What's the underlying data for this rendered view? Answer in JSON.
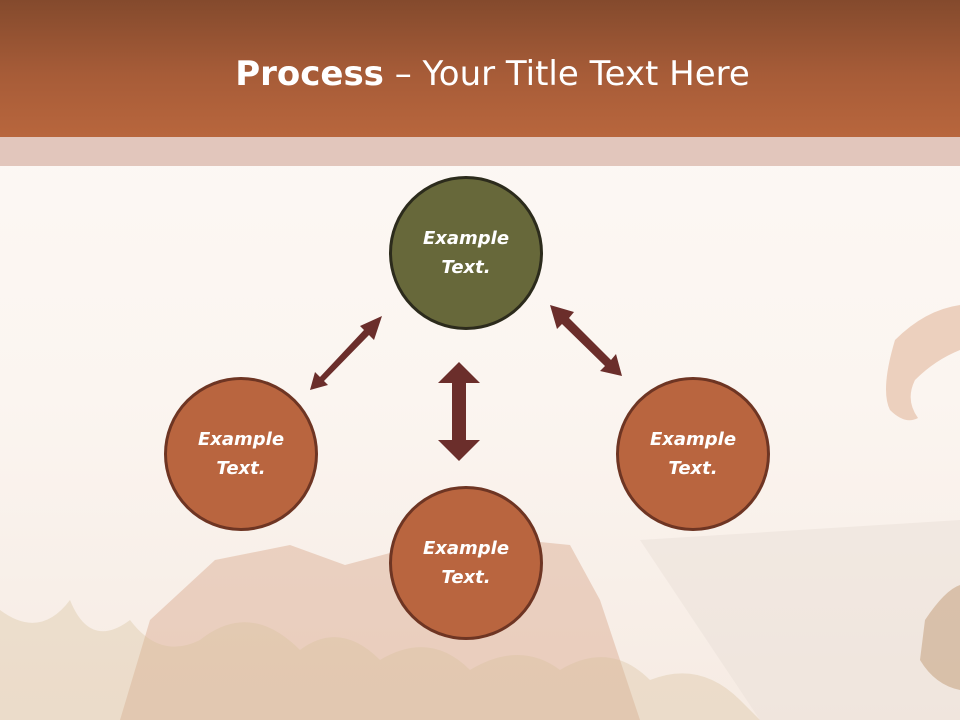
{
  "slide": {
    "title_bold": "Process",
    "title_rest": " – Your Title Text Here"
  },
  "nodes": {
    "top": {
      "label": "Example Text."
    },
    "left": {
      "label": "Example Text."
    },
    "right": {
      "label": "Example Text."
    },
    "bottom": {
      "label": "Example Text."
    }
  },
  "colors": {
    "header": "#a75c38",
    "band": "#e2c6bc",
    "center_node": "#67683a",
    "outer_nodes": "#b9653f",
    "arrows": "#6b2e2b"
  }
}
